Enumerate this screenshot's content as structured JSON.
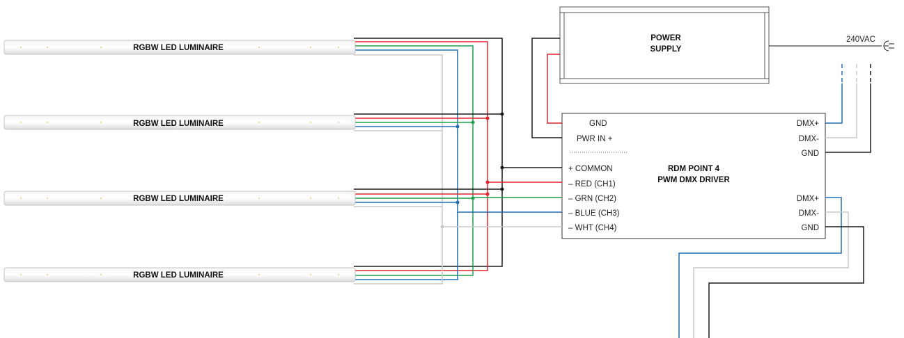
{
  "luminaires": [
    {
      "label": "RGBW LED LUMINAIRE"
    },
    {
      "label": "RGBW LED LUMINAIRE"
    },
    {
      "label": "RGBW LED LUMINAIRE"
    },
    {
      "label": "RGBW LED LUMINAIRE"
    }
  ],
  "power_supply": {
    "line1": "POWER",
    "line2": "SUPPLY"
  },
  "mains_label": "240VAC",
  "driver": {
    "title_line1": "RDM POINT 4",
    "title_line2": "PWM DMX DRIVER",
    "left_terminals": [
      "GND",
      "PWR IN +",
      "+ COMMON",
      "– RED (CH1)",
      "– GRN (CH2)",
      "– BLUE (CH3)",
      "– WHT (CH4)"
    ],
    "right_terminals": [
      "DMX+",
      "DMX-",
      "GND",
      "DMX+",
      "DMX-",
      "GND"
    ]
  },
  "wire_colors": {
    "black": "#1a1a1a",
    "red": "#e0242b",
    "green": "#1fa04b",
    "blue": "#1f6fb5",
    "white": "#c8c8c8"
  }
}
